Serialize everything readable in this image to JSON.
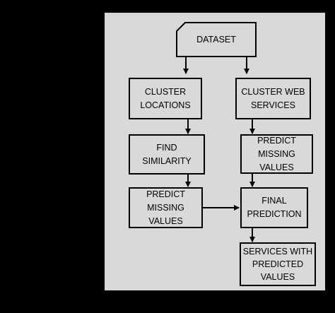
{
  "diagram": {
    "nodes": {
      "dataset": {
        "lines": [
          "DATASET"
        ]
      },
      "cluster_locations": {
        "lines": [
          "CLUSTER",
          "LOCATIONS"
        ]
      },
      "cluster_web_services": {
        "lines": [
          "CLUSTER WEB",
          "SERVICES"
        ]
      },
      "find_similarity": {
        "lines": [
          "FIND SIMILARITY"
        ]
      },
      "predict_missing_left": {
        "lines": [
          "PREDICT",
          "MISSING VALUES"
        ]
      },
      "predict_missing_right": {
        "lines": [
          "PREDICT",
          "MISSING VALUES"
        ]
      },
      "final_prediction": {
        "lines": [
          "FINAL",
          "PREDICTION"
        ]
      },
      "services_with_predicted": {
        "lines": [
          "SERVICES WITH",
          "PREDICTED",
          "VALUES"
        ]
      }
    },
    "edges": [
      {
        "from": "dataset",
        "to": "cluster_locations"
      },
      {
        "from": "dataset",
        "to": "cluster_web_services"
      },
      {
        "from": "cluster_locations",
        "to": "find_similarity"
      },
      {
        "from": "cluster_web_services",
        "to": "predict_missing_right"
      },
      {
        "from": "find_similarity",
        "to": "predict_missing_left"
      },
      {
        "from": "predict_missing_left",
        "to": "final_prediction"
      },
      {
        "from": "predict_missing_right",
        "to": "final_prediction"
      },
      {
        "from": "final_prediction",
        "to": "services_with_predicted"
      }
    ],
    "colors": {
      "background": "#000000",
      "panel": "#d9d9d9",
      "box_fill": "#d9d9d9",
      "stroke": "#000000"
    }
  }
}
